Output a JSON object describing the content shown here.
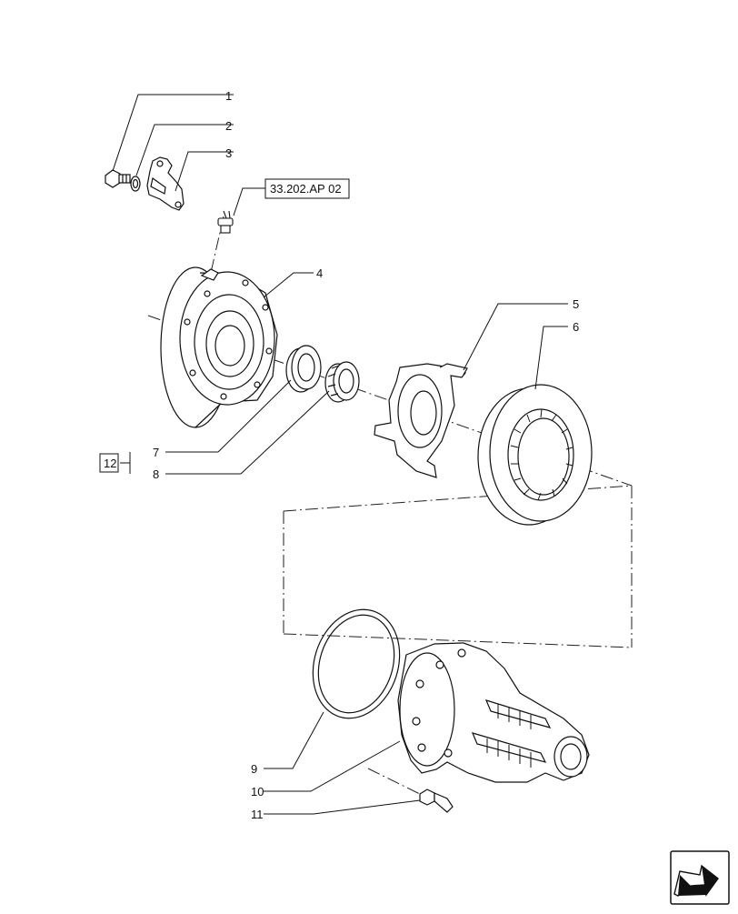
{
  "diagram": {
    "callouts": [
      {
        "id": "c1",
        "label": "1"
      },
      {
        "id": "c2",
        "label": "2"
      },
      {
        "id": "c3",
        "label": "3"
      },
      {
        "id": "c4",
        "label": "4"
      },
      {
        "id": "c5",
        "label": "5"
      },
      {
        "id": "c6",
        "label": "6"
      },
      {
        "id": "c7",
        "label": "7"
      },
      {
        "id": "c8",
        "label": "8"
      },
      {
        "id": "c9",
        "label": "9"
      },
      {
        "id": "c10",
        "label": "10"
      },
      {
        "id": "c11",
        "label": "11"
      }
    ],
    "kit_label": "12",
    "reference_label": "33.202.AP 02"
  },
  "icons": {
    "nav_arrow": "next-page-arrow-icon"
  }
}
